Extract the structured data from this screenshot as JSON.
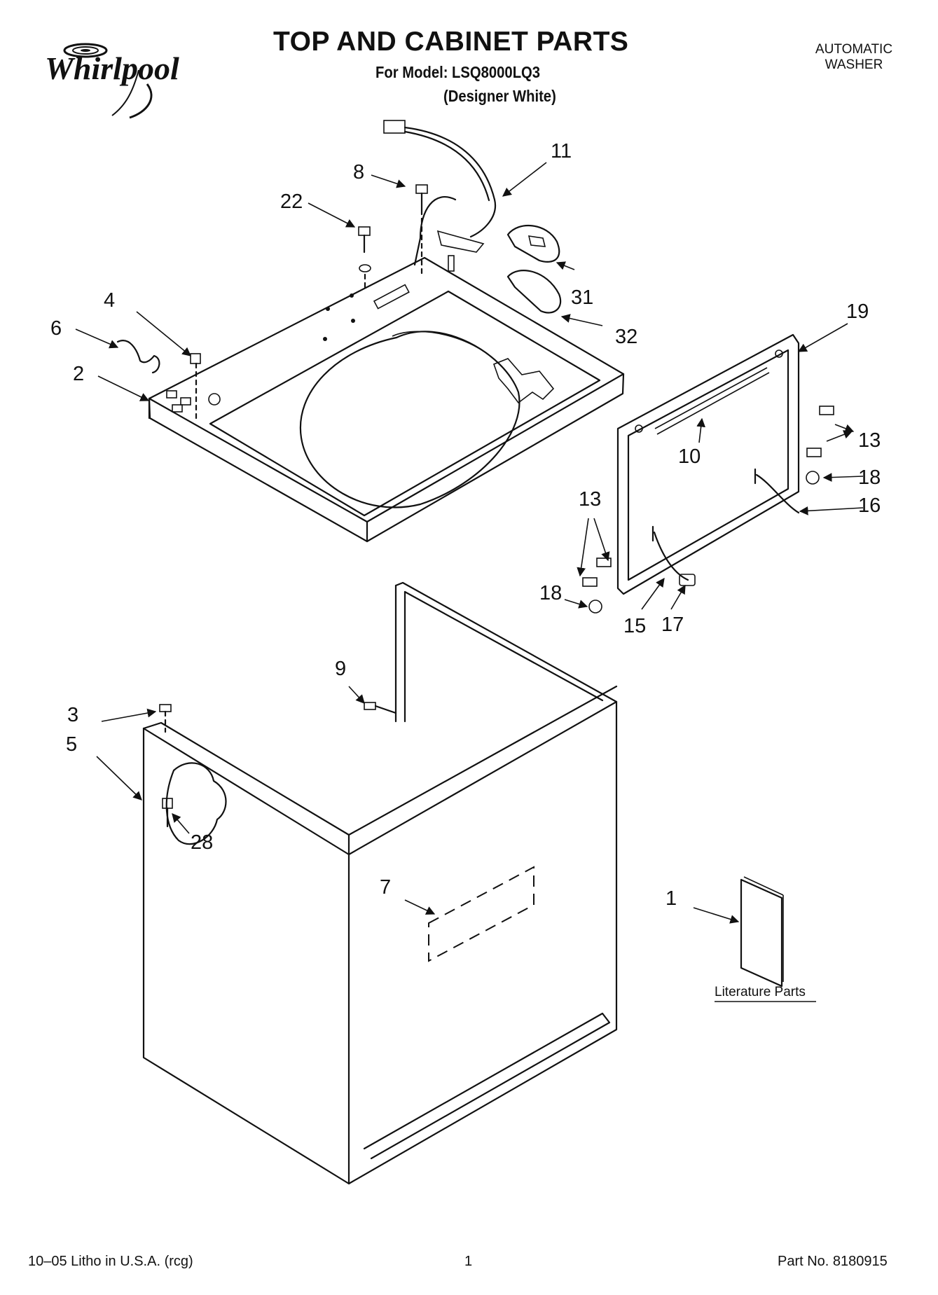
{
  "brand": {
    "logo_text": "Whirlpool"
  },
  "header": {
    "title": "TOP AND CABINET PARTS",
    "model_line": "For Model: LSQ8000LQ3",
    "variant": "(Designer White)",
    "product_line1": "AUTOMATIC",
    "product_line2": "WASHER"
  },
  "diagram": {
    "callouts": [
      "1",
      "2",
      "3",
      "4",
      "5",
      "6",
      "7",
      "8",
      "9",
      "10",
      "11",
      "13",
      "13",
      "15",
      "16",
      "17",
      "18",
      "18",
      "19",
      "22",
      "28",
      "31",
      "32"
    ],
    "literature_label": "Literature Parts"
  },
  "footer": {
    "print_info": "10–05 Litho in U.S.A. (rcg)",
    "page_number": "1",
    "part_number": "Part No. 8180915"
  }
}
